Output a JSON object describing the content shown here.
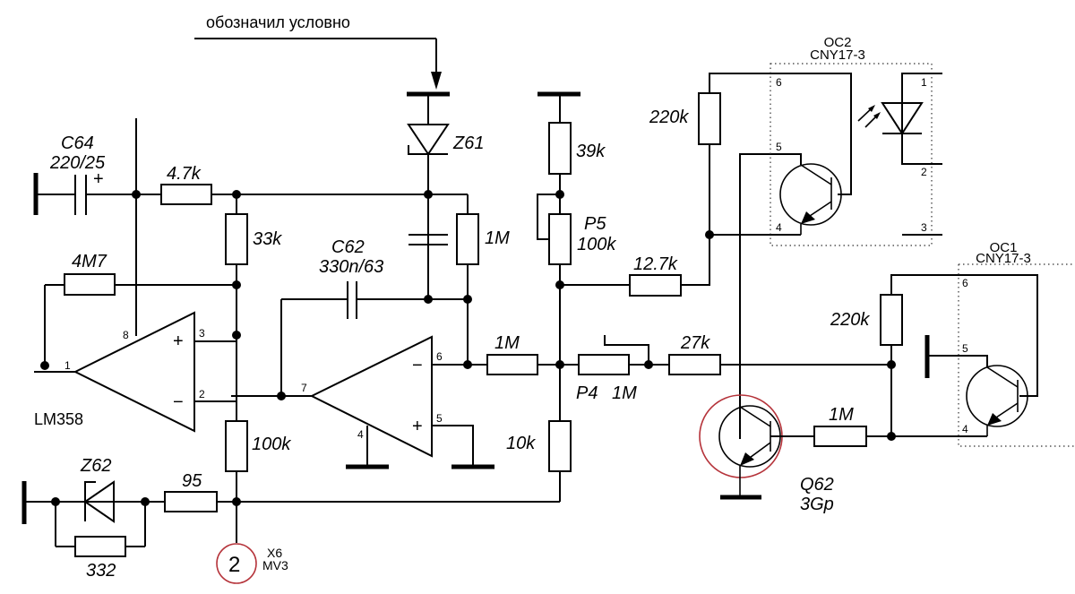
{
  "annotation": {
    "text": "обозначил условно"
  },
  "components": {
    "c64": {
      "ref": "C64",
      "value": "220/25",
      "polarity": "+"
    },
    "r_4k7": {
      "value": "4.7k"
    },
    "r_33k": {
      "value": "33k"
    },
    "r_4m7": {
      "value": "4M7"
    },
    "z61": {
      "ref": "Z61"
    },
    "r_1m_top": {
      "value": "1M"
    },
    "c62": {
      "ref": "C62",
      "value": "330n/63"
    },
    "r_39k": {
      "value": "39k"
    },
    "p5": {
      "ref": "P5",
      "value": "100k"
    },
    "r_12k7": {
      "value": "12.7k"
    },
    "r_220k_oc2": {
      "value": "220k"
    },
    "r_1m_mid": {
      "value": "1M"
    },
    "p4": {
      "ref": "P4",
      "value": "1M"
    },
    "r_27k": {
      "value": "27k"
    },
    "r_10k": {
      "value": "10k"
    },
    "r_100k": {
      "value": "100k"
    },
    "z62": {
      "ref": "Z62"
    },
    "r_95": {
      "value": "95"
    },
    "r_332": {
      "value": "332"
    },
    "r_220k_oc1": {
      "value": "220k"
    },
    "r_1m_base": {
      "value": "1M"
    },
    "q62": {
      "ref": "Q62",
      "value": "3Gp"
    },
    "ic1": {
      "ref": "LM358"
    },
    "oc2": {
      "ref": "OC2",
      "part": "CNY17-3"
    },
    "oc1": {
      "ref": "OC1",
      "part": "CNY17-3"
    },
    "x6": {
      "pin": "2",
      "ref": "X6",
      "part": "MV3"
    }
  },
  "pins": {
    "opamp1": {
      "out": "1",
      "vcc": "8",
      "in_plus": "3",
      "in_minus": "2",
      "plus": "+",
      "minus": "−"
    },
    "opamp2": {
      "out": "7",
      "gnd": "4",
      "in_minus": "6",
      "in_plus": "5",
      "plus": "+",
      "minus": "−"
    },
    "oc2": {
      "p1": "1",
      "p2": "2",
      "p3": "3",
      "p4": "4",
      "p5": "5",
      "p6": "6"
    },
    "oc1": {
      "p4": "4",
      "p5": "5",
      "p6": "6"
    }
  },
  "highlight_color": "#b5333a"
}
